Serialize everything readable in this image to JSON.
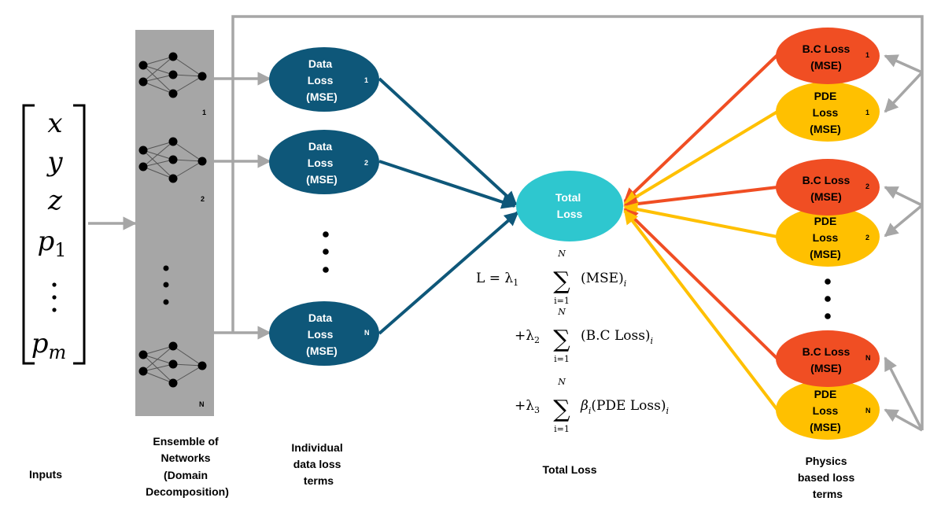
{
  "inputs": {
    "caption": "Inputs",
    "vector": [
      "x",
      "y",
      "z",
      "p",
      "p"
    ],
    "vector_subscripts": [
      "",
      "",
      "",
      "1",
      "m"
    ]
  },
  "ensemble": {
    "caption_lines": [
      "Ensemble of",
      "Networks",
      "(Domain",
      "Decomposition)"
    ],
    "network_indices": [
      "1",
      "2",
      "N"
    ]
  },
  "data_losses": {
    "caption_lines": [
      "Individual",
      "data loss",
      "terms"
    ],
    "label_lines": [
      "Data",
      "Loss",
      "(MSE)"
    ],
    "indices": [
      "1",
      "2",
      "N"
    ]
  },
  "total_loss": {
    "label_lines": [
      "Total",
      "Loss"
    ],
    "caption": "Total Loss"
  },
  "equation": {
    "terms": [
      {
        "prefix": "L = λ",
        "lambda_sub": "1",
        "sum_top": "N",
        "sum_bottom": "i=1",
        "body": "(MSE)",
        "body_sub": "i"
      },
      {
        "prefix": "+λ",
        "lambda_sub": "2",
        "sum_top": "N",
        "sum_bottom": "i=1",
        "body": "(B.C Loss)",
        "body_sub": "i"
      },
      {
        "prefix": "+λ",
        "lambda_sub": "3",
        "sum_top": "N",
        "sum_bottom": "i=1",
        "body": "β",
        "body_sub": "i",
        "body_rest": "(PDE Loss)",
        "body_rest_sub": "i"
      }
    ]
  },
  "physics_losses": {
    "caption_lines": [
      "Physics",
      "based loss",
      "terms"
    ],
    "bc_label_lines": [
      "B.C Loss",
      "(MSE)"
    ],
    "pde_label_lines": [
      "PDE",
      "Loss",
      "(MSE)"
    ],
    "indices": [
      "1",
      "2",
      "N"
    ]
  },
  "colors": {
    "gray_arrow": "#a6a6a6",
    "ensemble_panel": "#a6a6a6",
    "data_loss_fill": "#0e5779",
    "total_loss_fill": "#2ec7cf",
    "bc_loss_fill": "#f04e23",
    "pde_loss_fill": "#ffc000",
    "neuron": "#000000"
  }
}
